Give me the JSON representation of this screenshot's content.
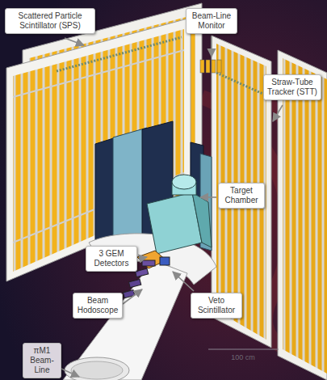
{
  "diagram": {
    "nodes": [
      {
        "text": [
          "Scattered Particle Scintillator (SPS)"
        ]
      },
      {
        "text": [
          "Beam-Line Monitor"
        ]
      },
      {
        "text": [
          "Straw-Tube Tracker (STT)"
        ]
      },
      {
        "text": [
          "Target Chamber"
        ]
      },
      {
        "text": [
          "3 GEM Detectors"
        ]
      },
      {
        "text": [
          "Beam Hodoscope"
        ]
      },
      {
        "text": [
          "Veto Scintillator"
        ]
      },
      {
        "text": [
          "πM1 Beam-Line"
        ]
      }
    ],
    "labels": [
      "100 cm"
    ]
  }
}
